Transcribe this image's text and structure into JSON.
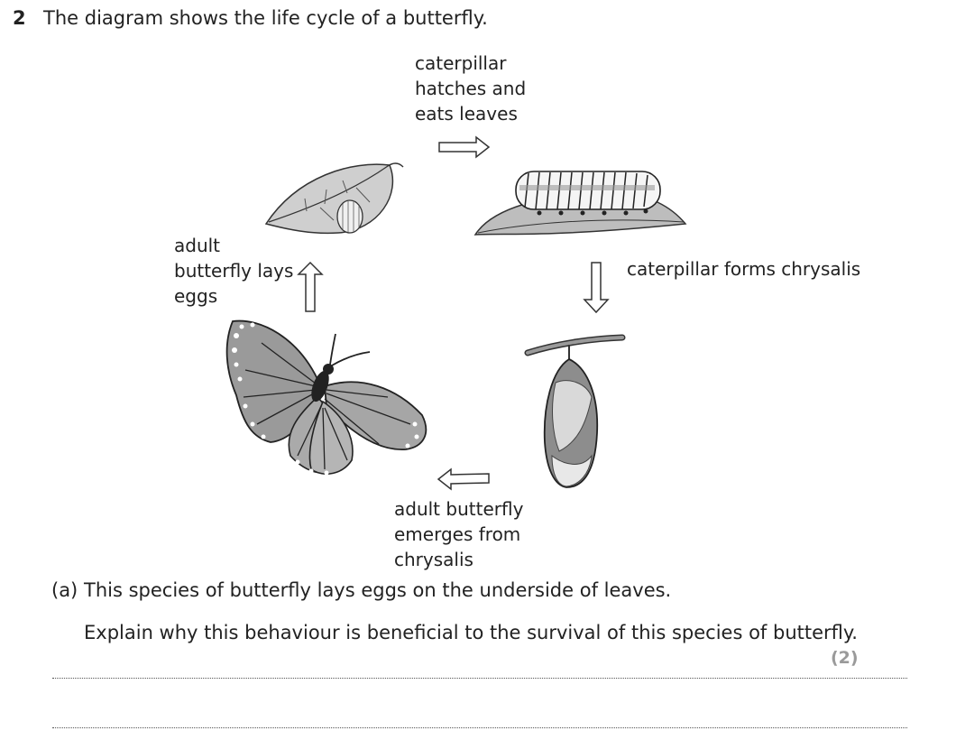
{
  "question": {
    "number": "2",
    "text": "The diagram shows the life cycle of a butterfly."
  },
  "stages": {
    "hatch": [
      "caterpillar",
      "hatches and",
      "eats leaves"
    ],
    "chrysalis": [
      "caterpillar forms chrysalis"
    ],
    "emerge": [
      "adult butterfly",
      "emerges from",
      "chrysalis"
    ],
    "lay": [
      "adult",
      "butterfly lays",
      "eggs"
    ]
  },
  "part_a": {
    "letter": "(a)",
    "statement": "This species of butterfly lays eggs on the underside of leaves.",
    "instruction": "Explain why this behaviour is beneficial to the survival of this species of butterfly.",
    "marks": "(2)"
  }
}
